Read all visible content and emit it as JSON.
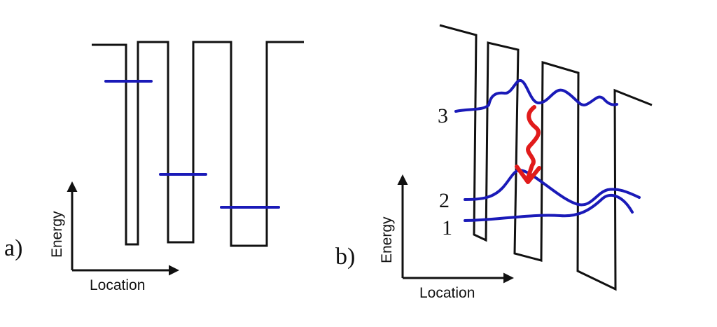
{
  "panel_a": {
    "label": "a)",
    "axis_y_label": "Energy",
    "axis_x_label": "Location"
  },
  "panel_b": {
    "label": "b)",
    "axis_y_label": "Energy",
    "axis_x_label": "Location",
    "levels": [
      "3",
      "2",
      "1"
    ]
  },
  "colors": {
    "band_edge": "#111111",
    "energy_level": "#1a1ab8",
    "transition_arrow": "#e11b1b"
  }
}
